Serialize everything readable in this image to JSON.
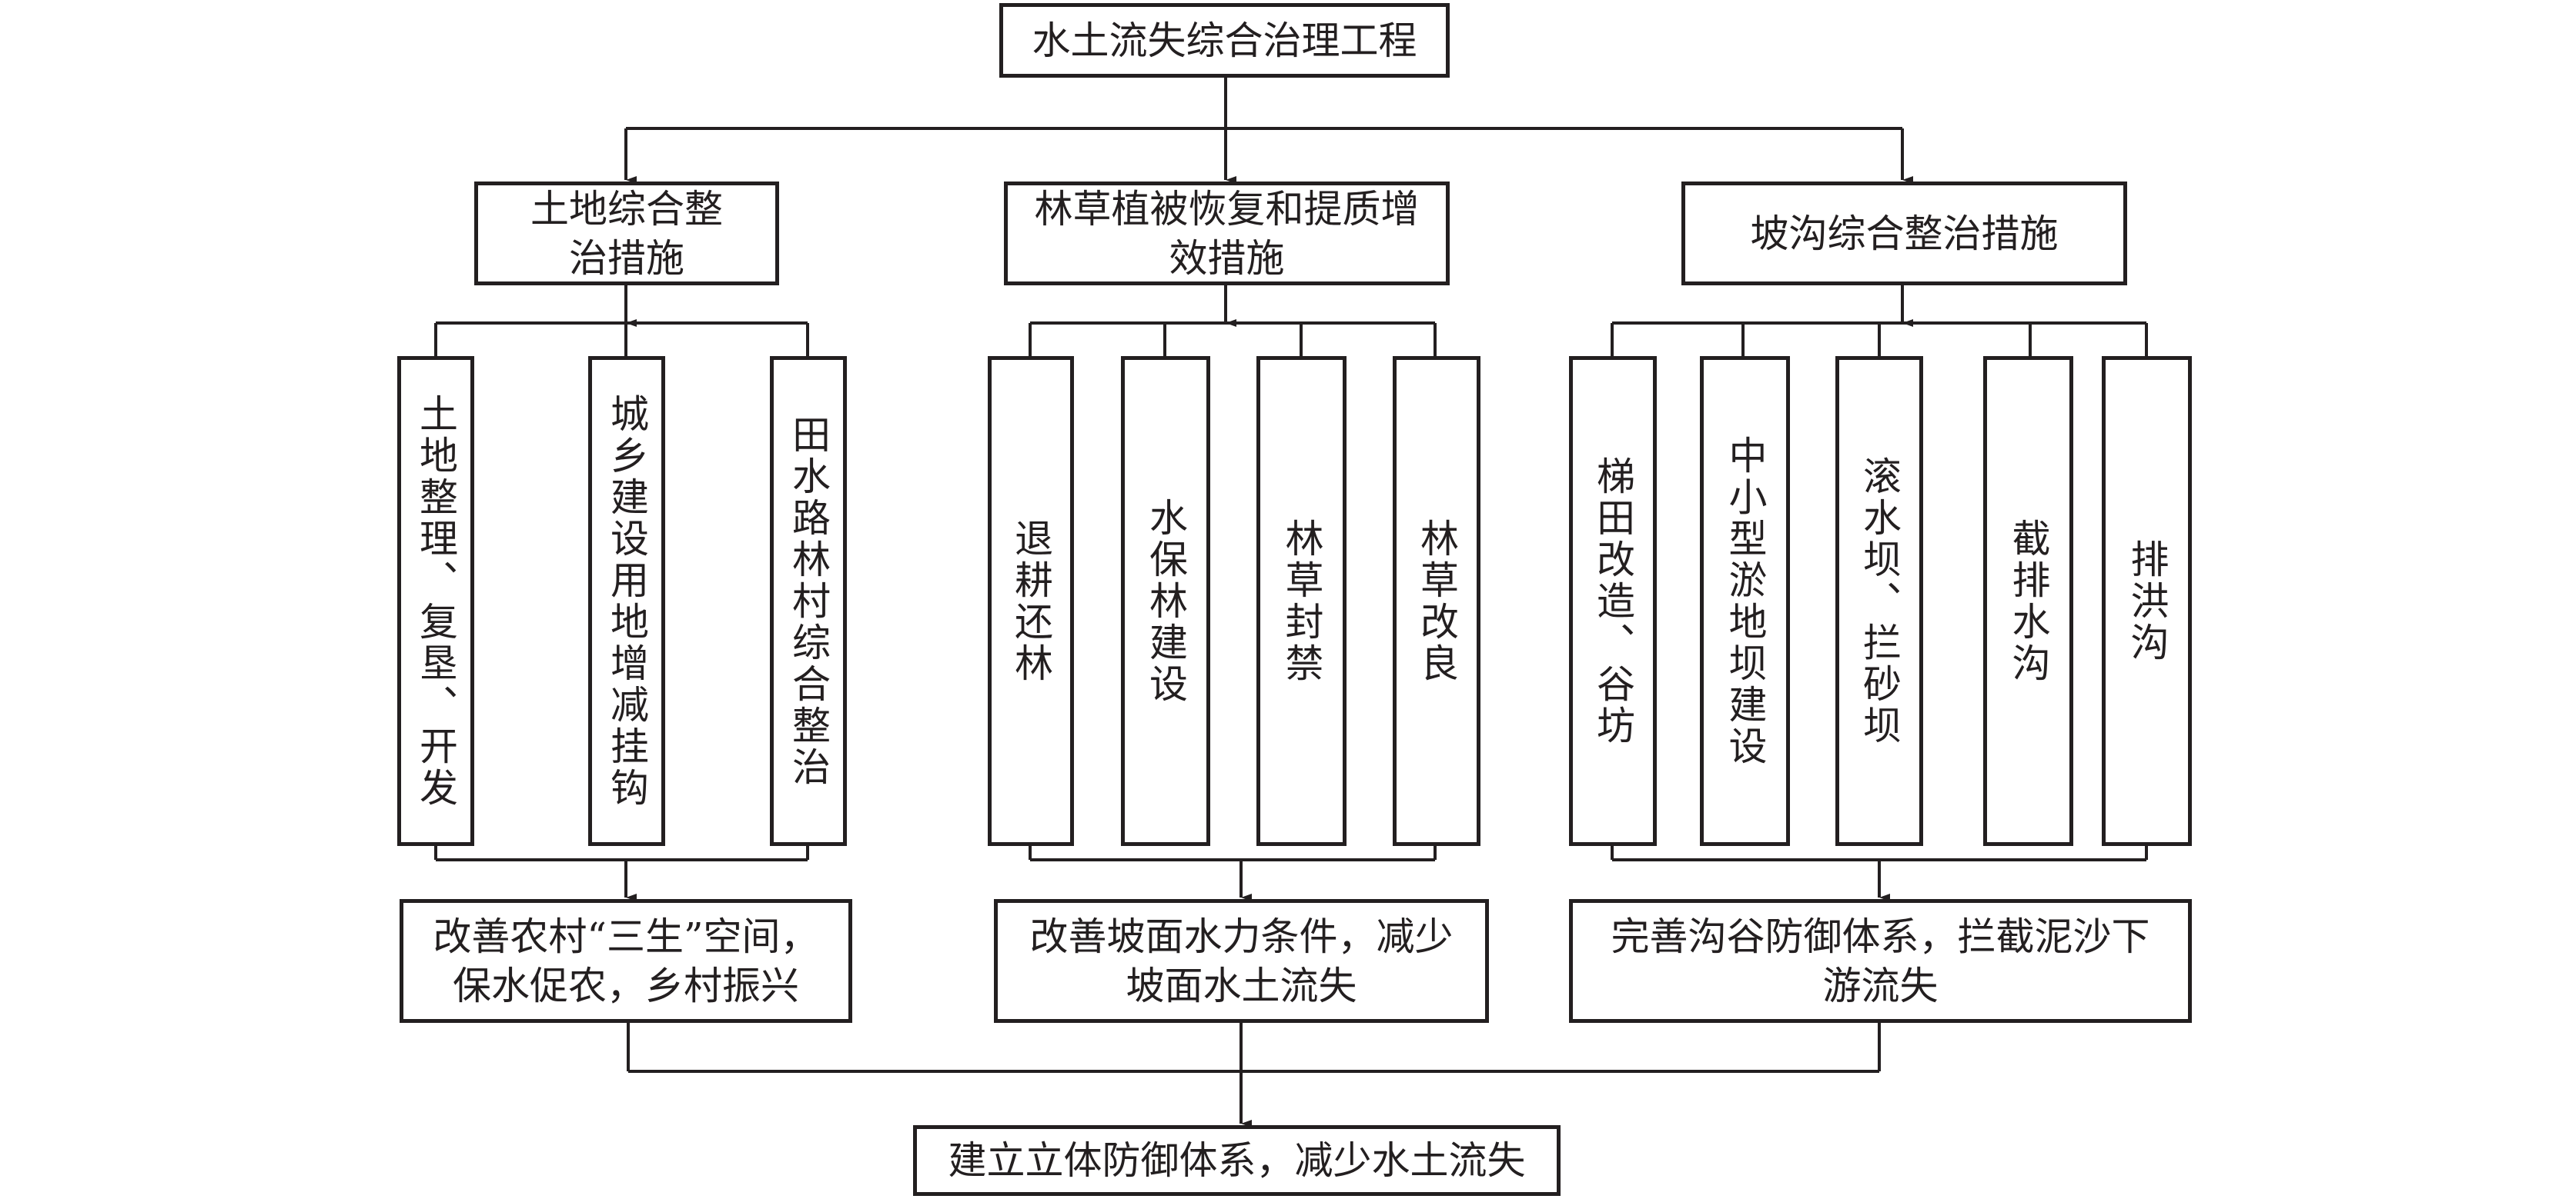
{
  "root": "水土流失综合治理工程",
  "categories": [
    {
      "title": "土地综合整治措施",
      "measures": [
        "土地整理、复垦、开发",
        "城乡建设用地增减挂钩",
        "田水路林村综合整治"
      ],
      "outcome": "改善农村“三生”空间，保水促农，乡村振兴"
    },
    {
      "title": "林草植被恢复和提质增效措施",
      "measures": [
        "退耕还林",
        "水保林建设",
        "林草封禁",
        "林草改良"
      ],
      "outcome": "改善坡面水力条件，减少坡面水土流失"
    },
    {
      "title": "坡沟综合整治措施",
      "measures": [
        "梯田改造、谷坊",
        "中小型淤地坝建设",
        "滚水坝、拦砂坝",
        "截排水沟",
        "排洪沟"
      ],
      "outcome": "完善沟谷防御体系，拦截泥沙下游流失"
    }
  ],
  "final": "建立立体防御体系，减少水土流失",
  "colors": {
    "line": "#231f20",
    "background": "#ffffff"
  }
}
